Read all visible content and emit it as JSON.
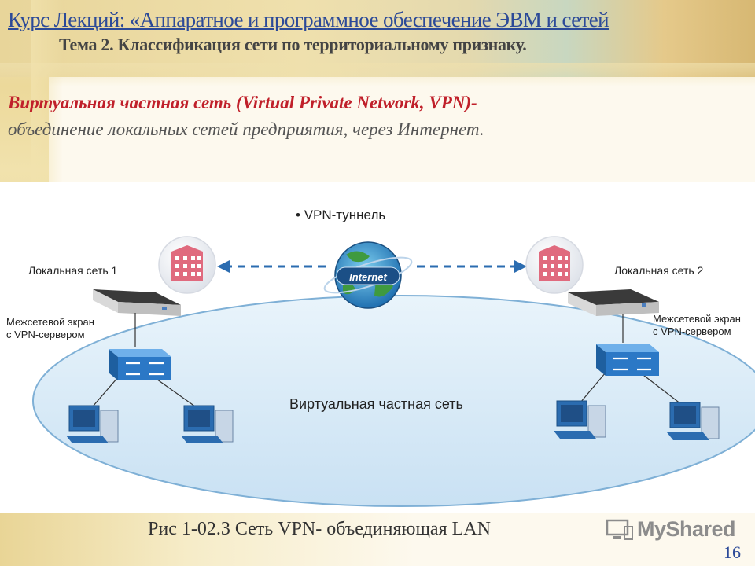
{
  "header": {
    "course_title": "Курс Лекций: «Аппаратное и программное обеспечение ЭВМ и сетей",
    "topic_title": "Тема 2. Классификация сети по территориальному признаку."
  },
  "intro": {
    "term": "Виртуальная частная сеть (Virtual Private Network, VPN)-",
    "definition": "объединение локальных сетей предприятия, через Интернет."
  },
  "diagram": {
    "vpn_tunnel_label": "VPN-туннель",
    "internet_label": "Internet",
    "lan1_label": "Локальная сеть 1",
    "lan2_label": "Локальная сеть 2",
    "firewall1_label_line1": "Межсетевой экран",
    "firewall1_label_line2": "с VPN-сервером",
    "firewall2_label_line1": "Межсетевой экран",
    "firewall2_label_line2": "с VPN-сервером",
    "vpn_label": "Виртуальная частная сеть",
    "bullet": "•"
  },
  "caption": "Рис 1-02.3 Сеть VPN- объединяющая LAN",
  "brand": "MyShared",
  "page_number": "16",
  "colors": {
    "title_blue": "#2c4a98",
    "term_red": "#c0202a",
    "ellipse_fill": "#d7ebf8",
    "ellipse_stroke": "#7fb0d6",
    "building": "#e06a7e",
    "switch": "#2b78c6"
  }
}
